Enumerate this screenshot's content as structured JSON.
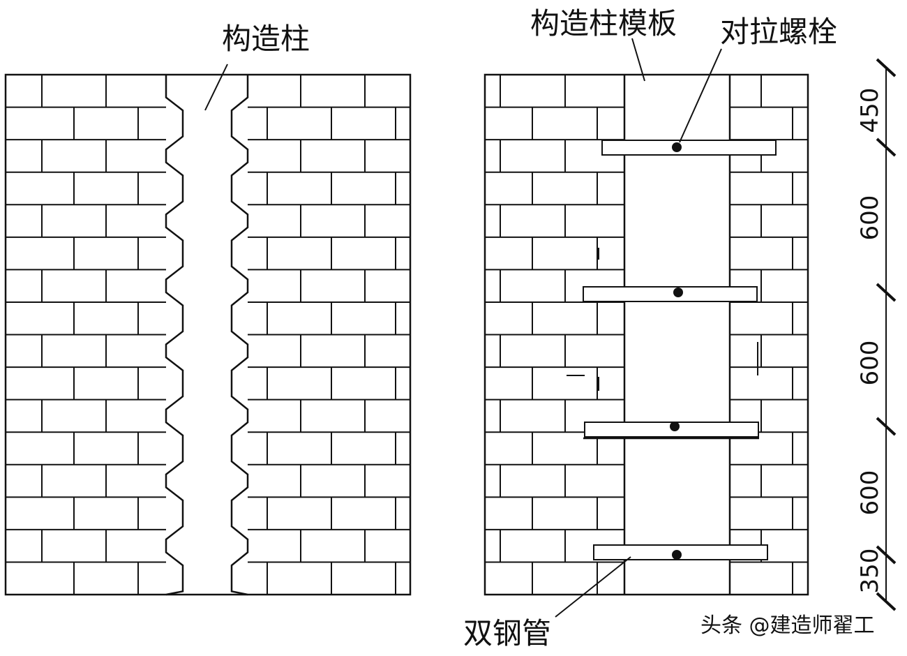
{
  "left_panel": {
    "label": "构造柱"
  },
  "right_panel": {
    "formwork_label": "构造柱模板",
    "bolt_label": "对拉螺栓",
    "pipe_label": "双钢管",
    "dimensions": [
      "450",
      "600",
      "600",
      "600",
      "350"
    ]
  },
  "watermark": "头条 @建造师翟工",
  "colors": {
    "ink": "#111111",
    "background": "#ffffff"
  }
}
